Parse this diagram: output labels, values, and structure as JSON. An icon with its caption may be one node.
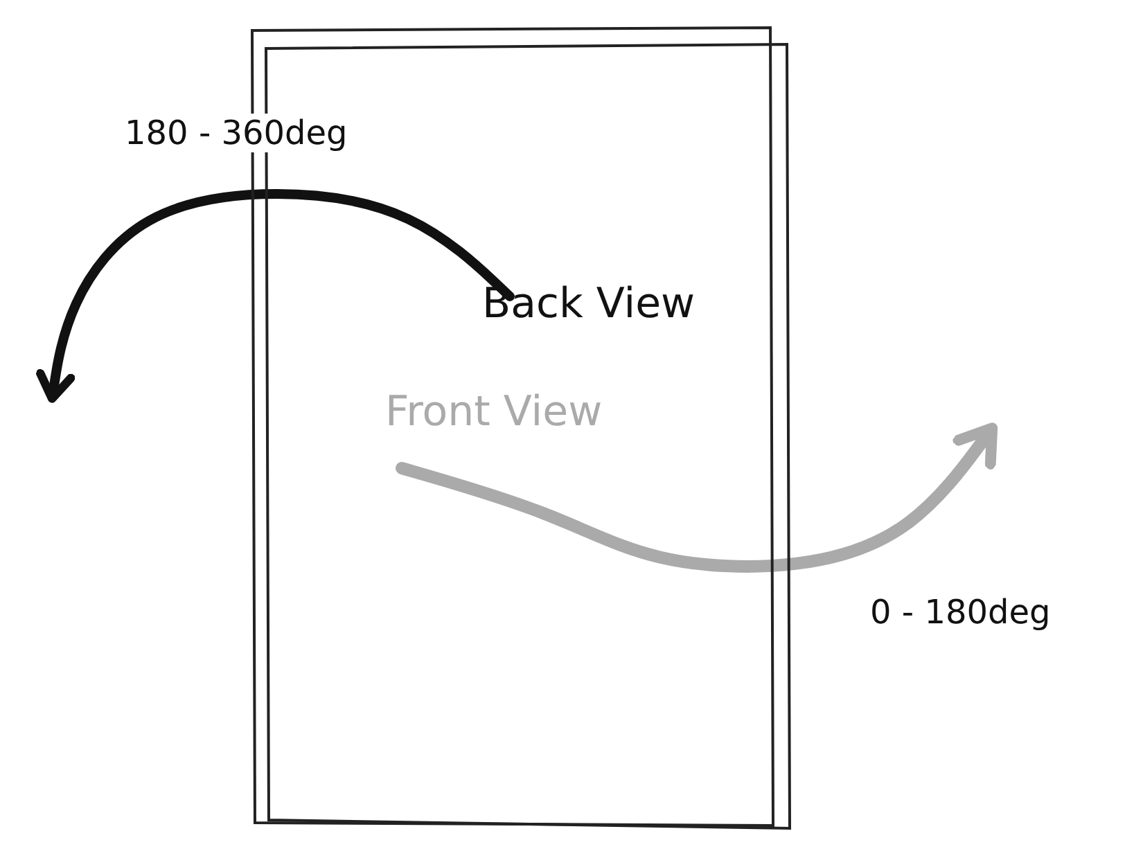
{
  "diagram": {
    "nodes": [
      {
        "text": [],
        "shape": "box"
      },
      {
        "text": [
          "Back View"
        ],
        "in": 0
      },
      {
        "text": [
          "Front View"
        ],
        "in": 0
      }
    ],
    "edges": [
      {
        "from": 1,
        "to": null,
        "arrow": "to",
        "label": "180 - 360deg"
      },
      {
        "from": 2,
        "to": null,
        "arrow": "to",
        "label": "0 - 180deg",
        "color": "#aaaaaa"
      }
    ]
  }
}
